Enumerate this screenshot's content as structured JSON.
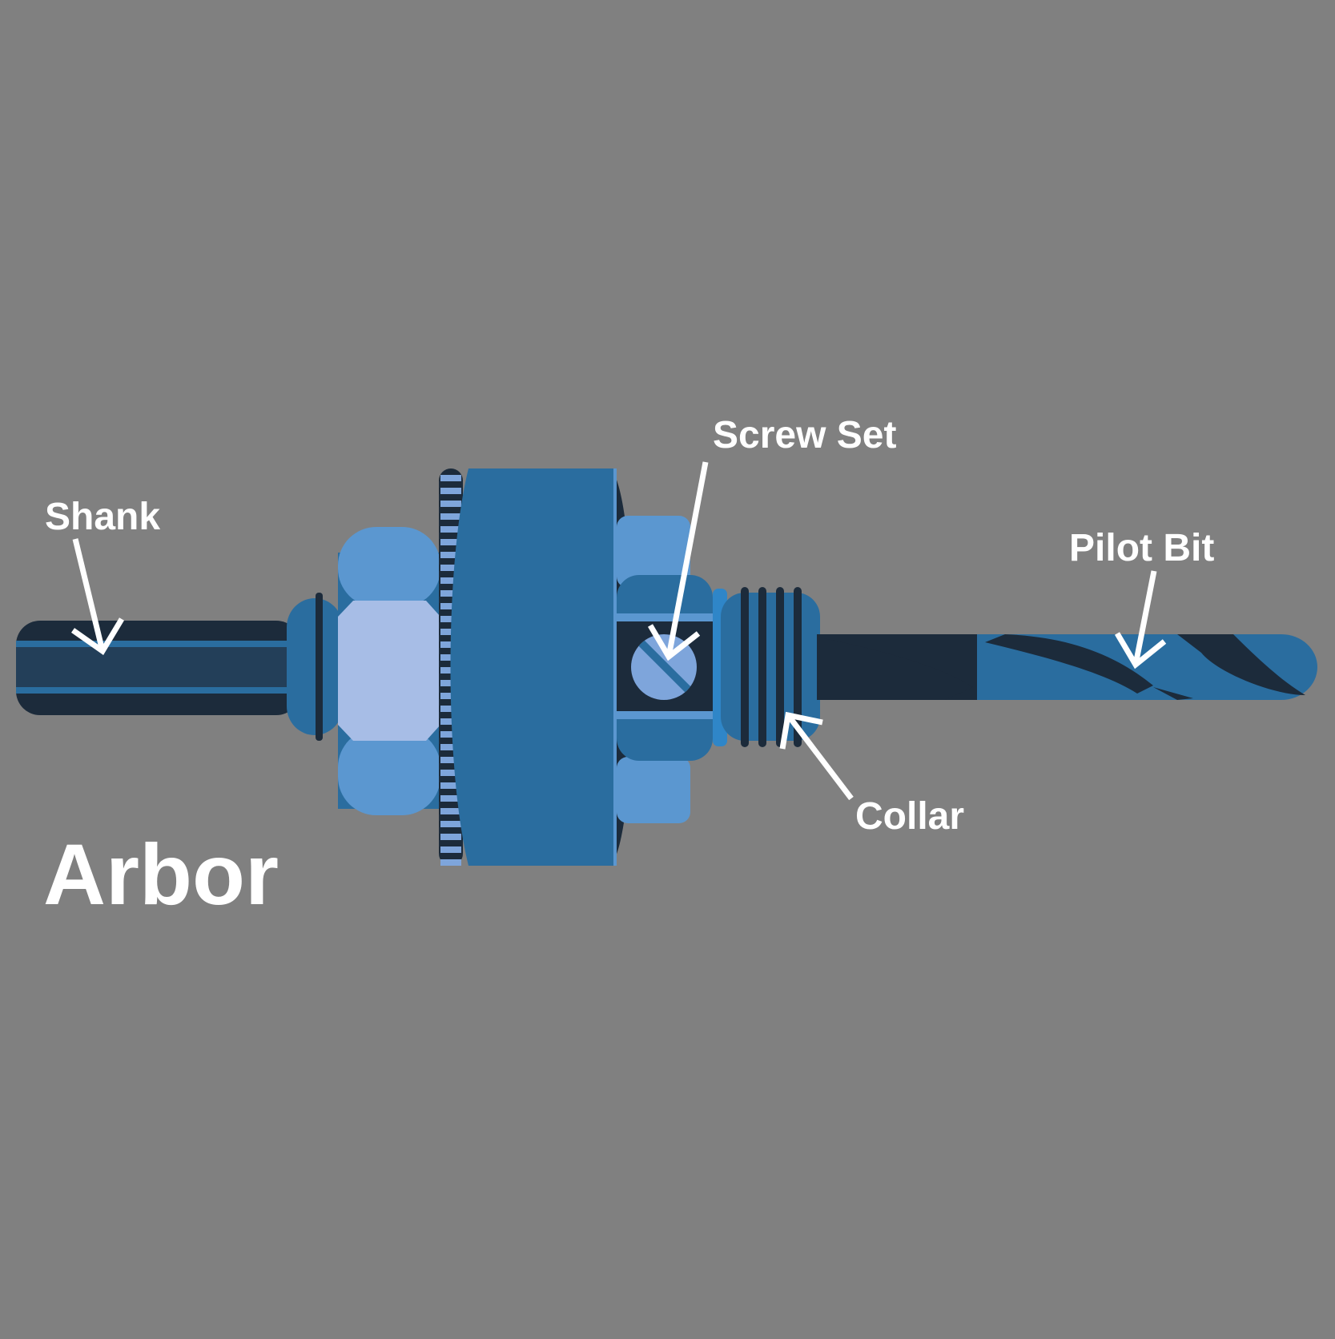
{
  "title": "Arbor",
  "labels": {
    "shank": "Shank",
    "screw_set": "Screw Set",
    "pilot_bit": "Pilot Bit",
    "collar": "Collar"
  },
  "colors": {
    "background": "#808080",
    "navy": "#1c2b3b",
    "dark_blue": "#2a6d9f",
    "mid_blue": "#5b97d0",
    "light_blue": "#a7bde6",
    "accent_blue": "#2f86c8",
    "label": "#ffffff"
  }
}
